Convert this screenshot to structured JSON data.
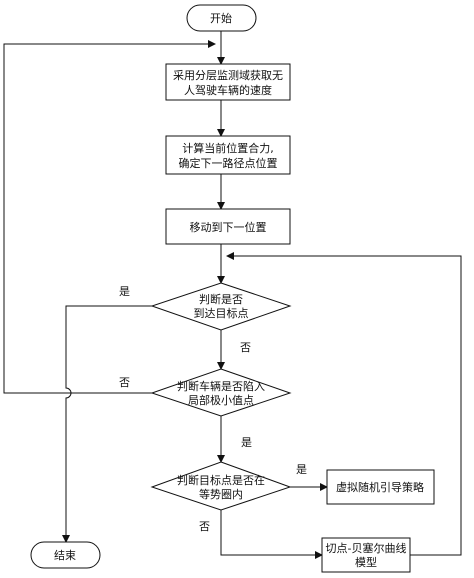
{
  "nodes": {
    "start": "开始",
    "step1": [
      "采用分层监测域获取无",
      "人驾驶车辆的速度"
    ],
    "step2": [
      "计算当前位置合力,",
      "确定下一路径点位置"
    ],
    "step3": "移动到下一位置",
    "decision1": [
      "判断是否",
      "到达目标点"
    ],
    "decision2": [
      "判断车辆是否陷入",
      "局部极小值点"
    ],
    "decision3": [
      "判断目标点是否在",
      "等势圈内"
    ],
    "virtual": "虚拟随机引导策略",
    "bezier": [
      "切点-贝塞尔曲线",
      "模型"
    ],
    "end": "结束"
  },
  "labels": {
    "d1_yes": "是",
    "d1_no": "否",
    "d2_no": "否",
    "d2_yes": "是",
    "d3_yes": "是",
    "d3_no": "否"
  }
}
